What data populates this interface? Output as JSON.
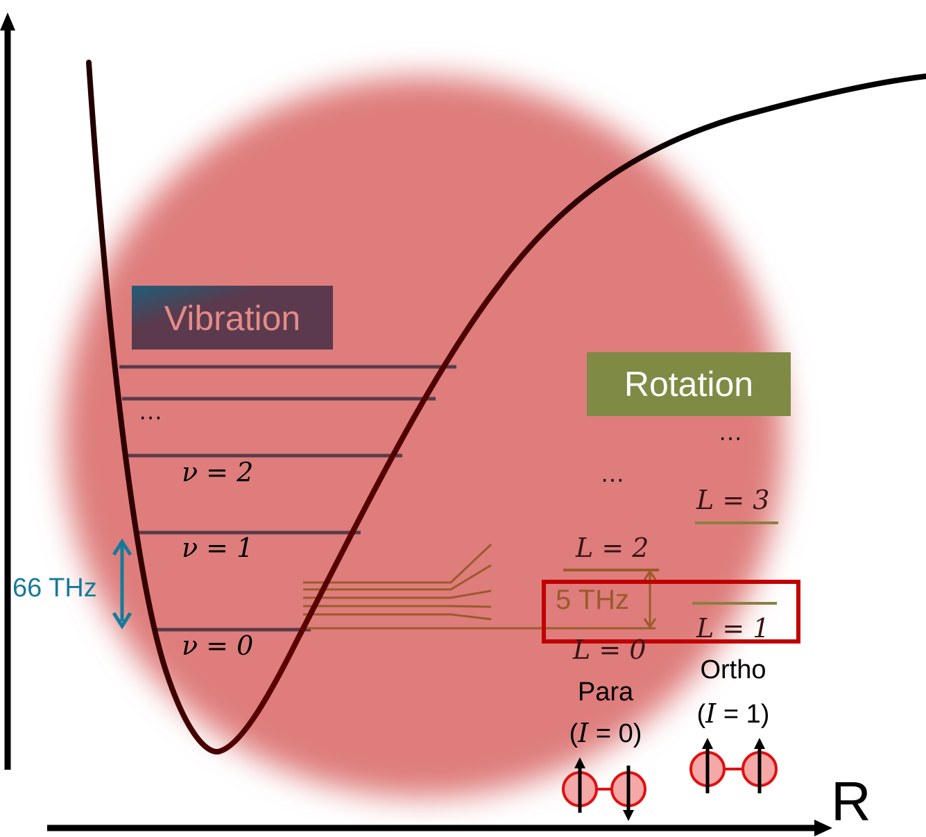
{
  "colors": {
    "blob": "#de7d7c",
    "curve_outer": "#000000",
    "curve_inner": "#5c0000",
    "level_line": "#5a3a4a",
    "rot_line": "#9b5a2a",
    "ortho_line": "#8b8040",
    "accent_teal": "#157a99",
    "rotation_box": "#7f8a44",
    "vibration_box": "#5b3a4d",
    "vibration_text": "#e58b88",
    "highlight": "#c00000",
    "atom_fill": "#f5a8a8",
    "atom_stroke": "#e01010"
  },
  "axis": {
    "x_label": "R"
  },
  "vibration": {
    "title": "Vibration",
    "dots": "···",
    "levels": [
      "ν = 2",
      "ν = 1",
      "ν = 0"
    ],
    "gap_label": "66 THz"
  },
  "rotation": {
    "title": "Rotation",
    "dots_para": "···",
    "dots_ortho": "···",
    "levels": {
      "L0": "L = 0",
      "L1": "L = 1",
      "L2": "L = 2",
      "L3": "L = 3"
    },
    "gap_label": "5 THz"
  },
  "spin_isomers": {
    "para_name": "Para",
    "para_spin_prefix": "(",
    "para_spin_var": "I",
    "para_spin_value": " = 0)",
    "ortho_name": "Ortho",
    "ortho_spin_prefix": "(",
    "ortho_spin_var": "I",
    "ortho_spin_value": " = 1)"
  },
  "icons": [
    "para-molecule-icon",
    "ortho-molecule-icon",
    "double-arrow-icon"
  ]
}
